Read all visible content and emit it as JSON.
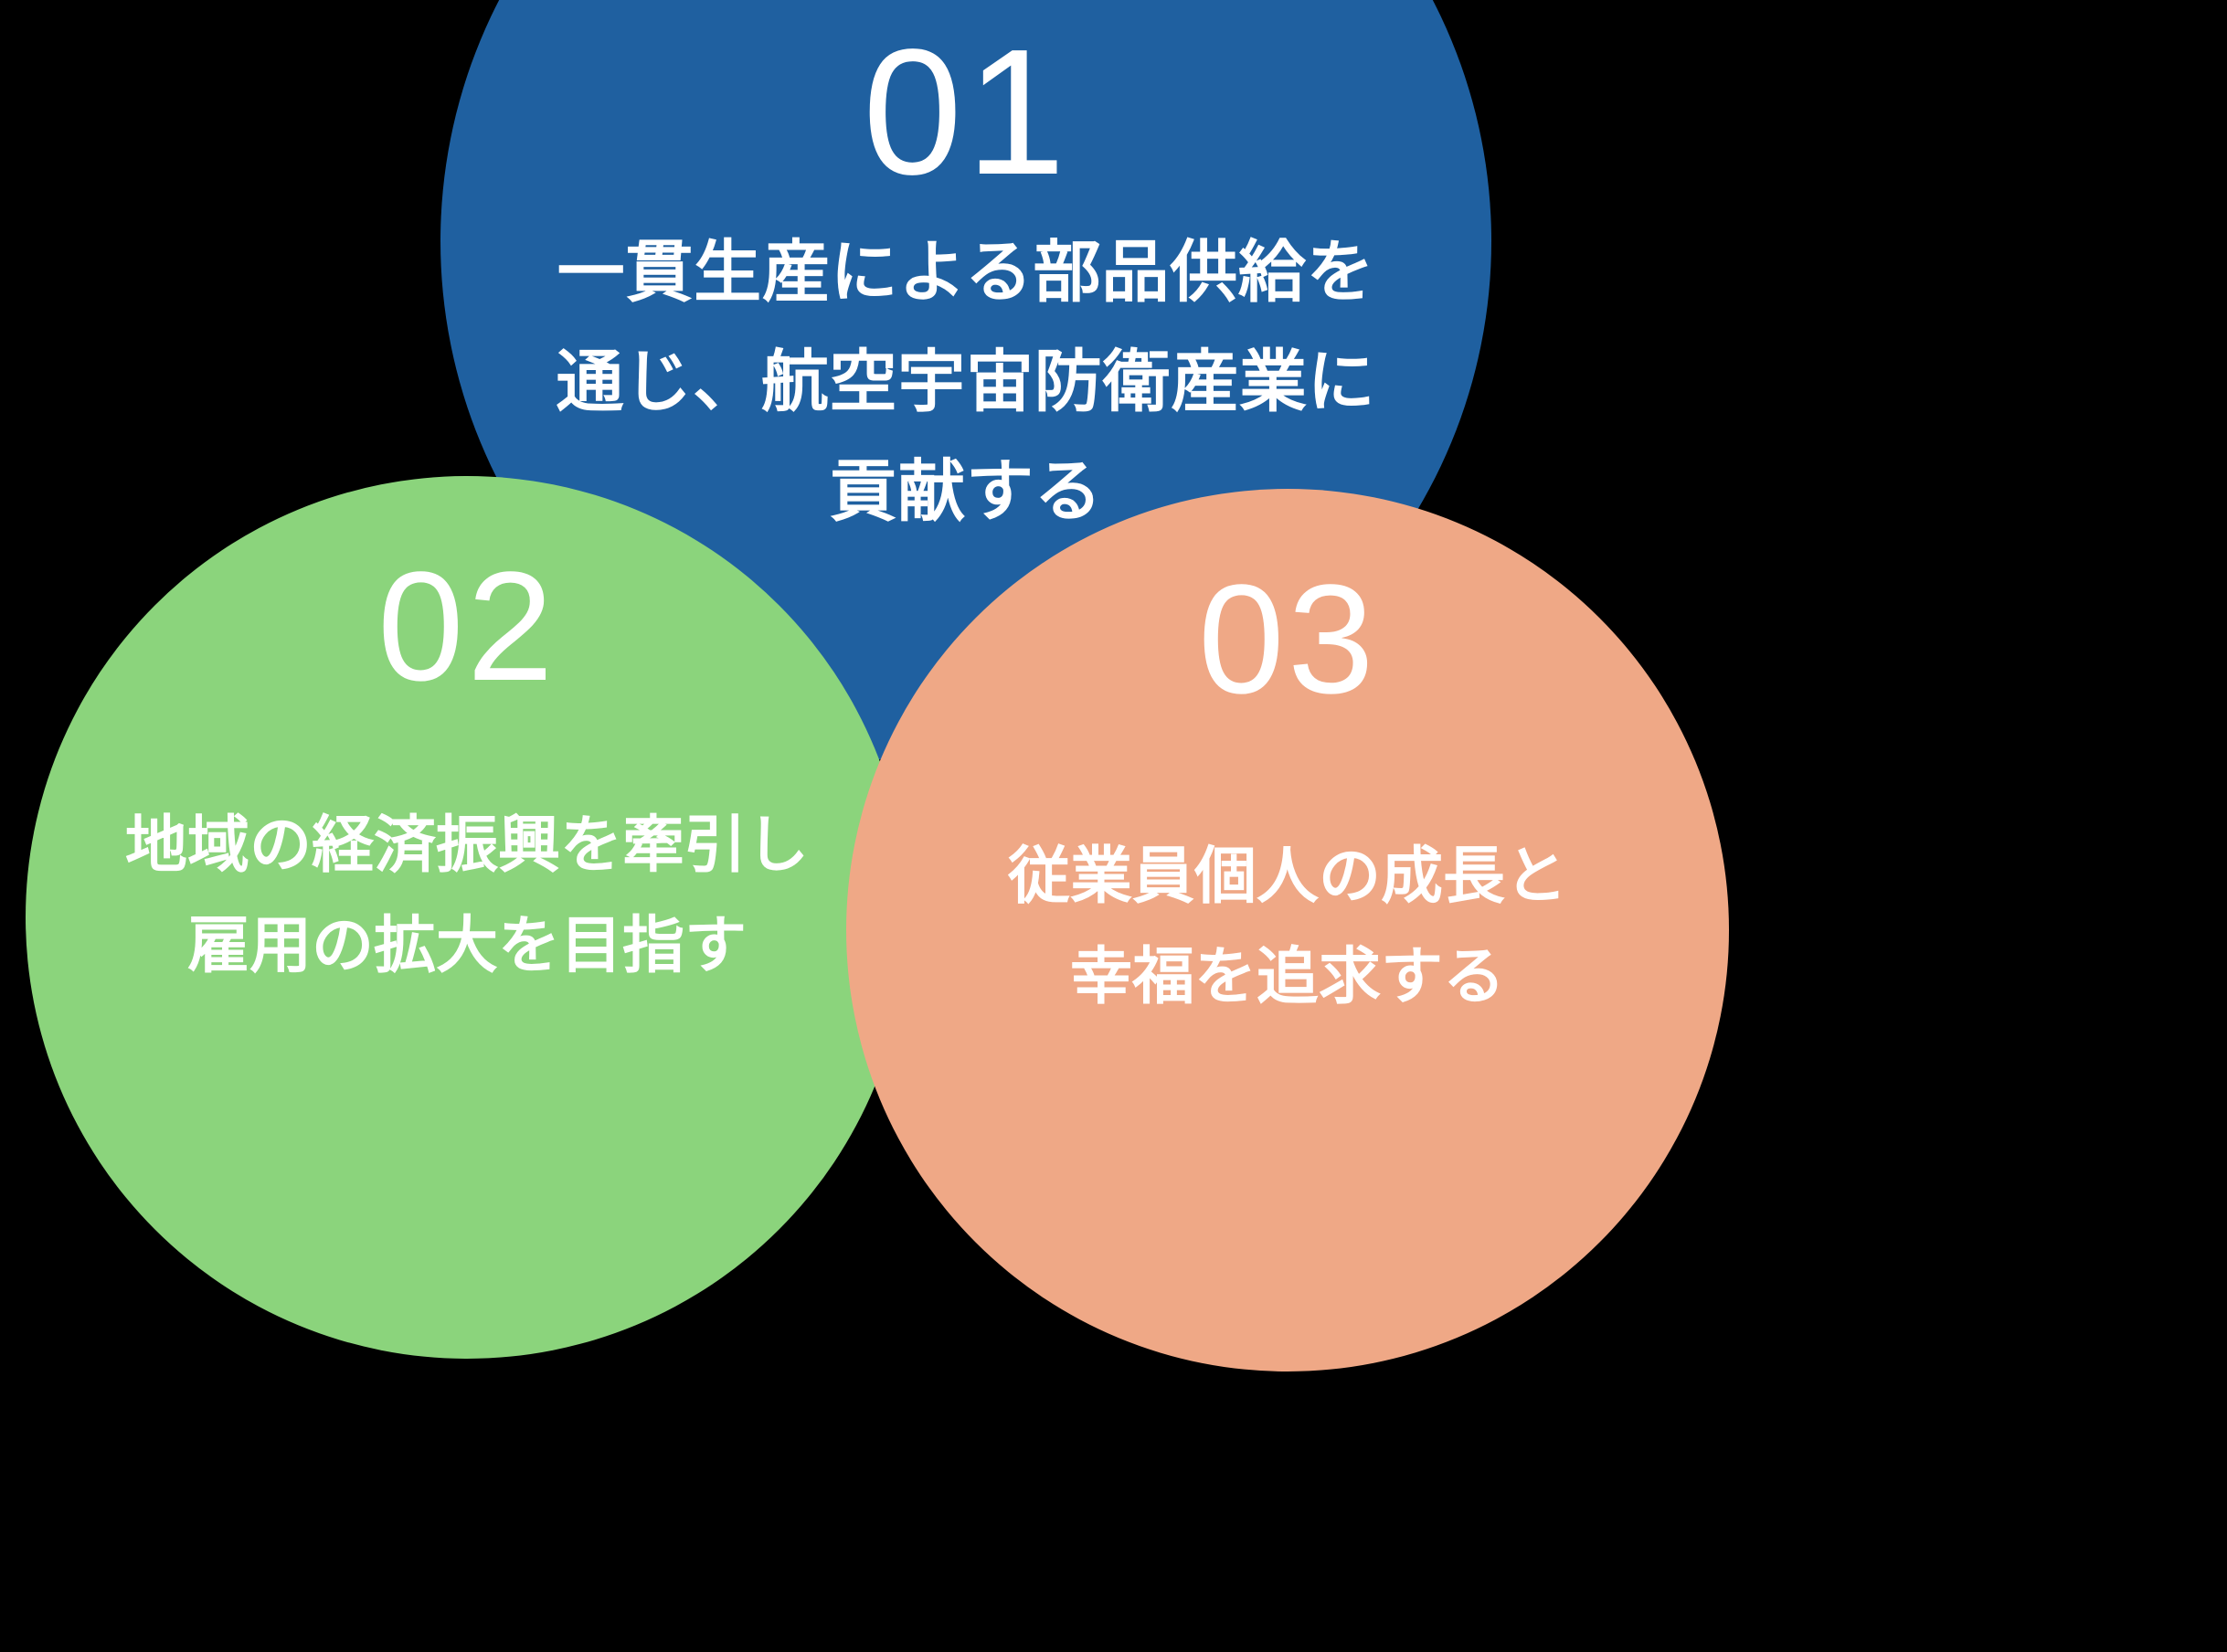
{
  "background_color": "#000000",
  "text_color": "#FFFFFF",
  "circles": [
    {
      "id": "01",
      "number": "01",
      "color": "#1F60A0",
      "color_name": "blue",
      "lines": [
        "一貫生産による部品供給を",
        "通じ、航空宇宙防衛産業に",
        "貢献する"
      ],
      "full_text": "一貫生産による部品供給を通じ、航空宇宙防衛産業に貢献する"
    },
    {
      "id": "02",
      "number": "02",
      "color": "#8BD47C",
      "color_name": "green",
      "lines": [
        "地域の経済振興を牽引し",
        "雇用の拡大を目指す"
      ],
      "full_text": "地域の経済振興を牽引し雇用の拡大を目指す"
    },
    {
      "id": "03",
      "number": "03",
      "color": "#EFA886",
      "color_name": "salmon",
      "lines": [
        "従業員個人の成長と",
        "幸福を追求する"
      ],
      "full_text": "従業員個人の成長と幸福を追求する"
    }
  ]
}
